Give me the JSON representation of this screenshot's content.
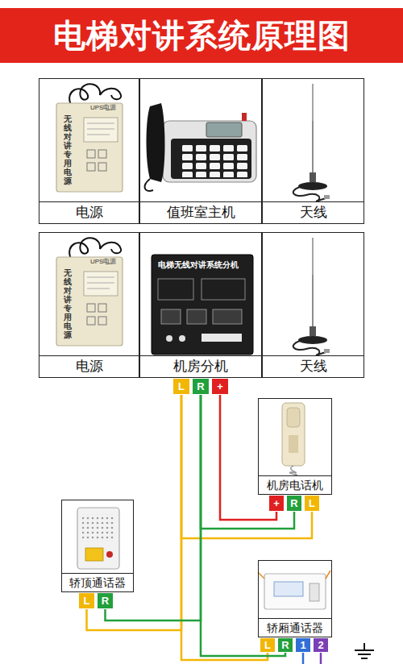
{
  "diagram": {
    "title": "电梯对讲系统原理图",
    "nodes": [
      {
        "text": [
          "电源"
        ]
      },
      {
        "text": [
          "值班室主机"
        ]
      },
      {
        "text": [
          "天线"
        ]
      },
      {
        "text": [
          "电源"
        ]
      },
      {
        "text": [
          "机房分机"
        ]
      },
      {
        "text": [
          "天线"
        ]
      },
      {
        "text": [
          "L"
        ]
      },
      {
        "text": [
          "R"
        ]
      },
      {
        "text": [
          "+"
        ]
      },
      {
        "text": [
          "机房电话机"
        ]
      },
      {
        "text": [
          "+"
        ]
      },
      {
        "text": [
          "R"
        ]
      },
      {
        "text": [
          "L"
        ]
      },
      {
        "text": [
          "轿顶通话器"
        ]
      },
      {
        "text": [
          "L"
        ]
      },
      {
        "text": [
          "R"
        ]
      },
      {
        "text": [
          "轿厢通话器"
        ]
      },
      {
        "text": [
          "L"
        ]
      },
      {
        "text": [
          "R"
        ]
      },
      {
        "text": [
          "1"
        ]
      },
      {
        "text": [
          "2"
        ]
      }
    ],
    "edges": [
      {
        "from": 6,
        "to": 12,
        "arrow": "none"
      },
      {
        "from": 6,
        "to": 14,
        "arrow": "none"
      },
      {
        "from": 6,
        "to": 17,
        "arrow": "none"
      },
      {
        "from": 7,
        "to": 11,
        "arrow": "none"
      },
      {
        "from": 7,
        "to": 15,
        "arrow": "none"
      },
      {
        "from": 7,
        "to": 18,
        "arrow": "none"
      },
      {
        "from": 8,
        "to": 10,
        "arrow": "none"
      }
    ],
    "labels": [
      "UPS电源",
      "无线对讲专用电源",
      "UPS电源",
      "无线对讲专用电源",
      "电梯无线对讲系统分机"
    ]
  }
}
